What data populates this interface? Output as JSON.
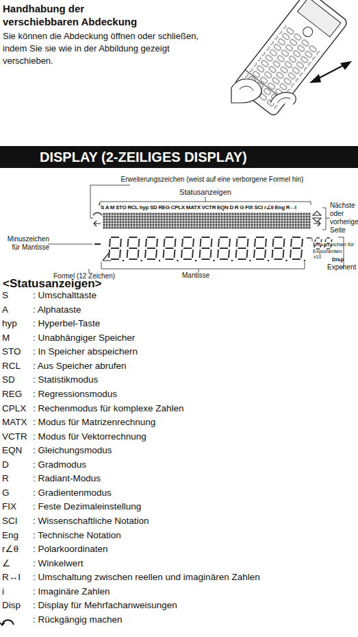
{
  "diagram": {
    "nodes": [
      {
        "text": [
          "DISPLAY (2-ZEILIGES DISPLAY)"
        ]
      }
    ],
    "labels": [
      "Handhabung der",
      "verschiebbaren Abdeckung",
      "Sie können die Abdeckung öffnen oder schließen, indem Sie sie wie in der Abbildung gezeigt verschieben.",
      "Erweiterungszeichen (weist auf eine verborgene Formel hin)",
      "Statusanzeigen",
      "S A M STO RCL hyp SD REG CPLX MATX VCTR EQN D R G FIX SCI r∠θ Eng R↔I",
      "Nächste oder vorherige Seite",
      "Minuszeichen für Mantisse",
      "Minuszeichen für Exponenten",
      "Exponent",
      "Formel (12 Zeichen)",
      "Mantisse",
      "x10",
      "Disp",
      "<Statusanzeigen>",
      "S",
      ": Umschalttaste",
      "A",
      ": Alphataste",
      "hyp",
      ": Hyperbel-Taste",
      "M",
      ": Unabhängiger Speicher",
      "STO",
      ": In Speicher abspeichern",
      "RCL",
      ": Aus Speicher abrufen",
      "SD",
      ": Statistikmodus",
      "REG",
      ": Regressionsmodus",
      "CPLX",
      ": Rechenmodus für komplexe Zahlen",
      "MATX",
      ": Modus für Matrizenrechnung",
      "VCTR",
      ": Modus für Vektorrechnung",
      "EQN",
      ": Gleichungsmodus",
      "D",
      ": Gradmodus",
      "R",
      ": Radiant-Modus",
      "G",
      ": Gradientenmodus",
      "FIX",
      ": Feste Dezimaleinstellung",
      "SCI",
      ": Wissenschaftliche Notation",
      "Eng",
      ": Technische Notation",
      "r∠θ",
      ": Polarkoordinaten",
      "∠",
      ": Winkelwert",
      "R↔I",
      ": Umschaltung zwischen reellen und imaginären Zahlen",
      "i",
      ": Imaginäre Zahlen",
      "Disp",
      ": Display für Mehrfachanweisungen",
      ": Rückgängig machen"
    ]
  }
}
